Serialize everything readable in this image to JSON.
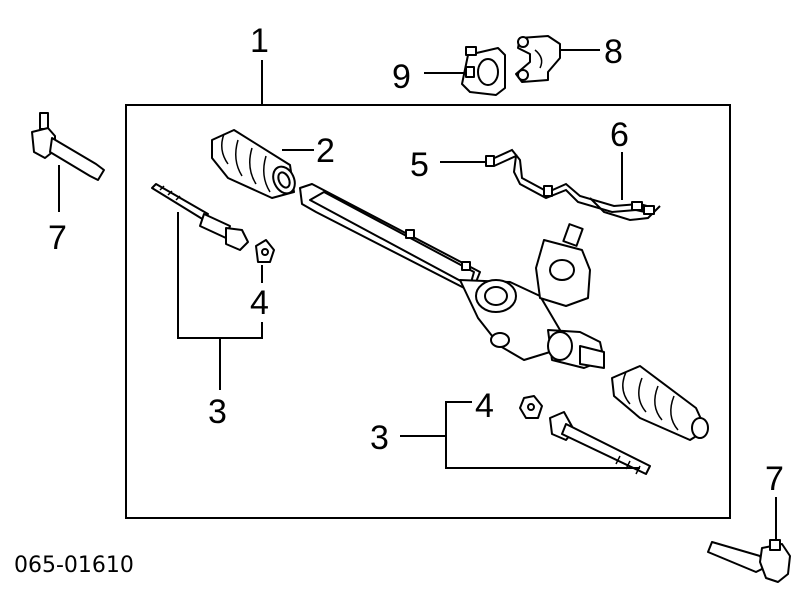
{
  "diagram": {
    "reference_code": "065-01610",
    "callouts": {
      "assembly": "1",
      "boot_left": "2",
      "tie_rod_left": "3",
      "tie_rod_right": "3",
      "nut_left": "4",
      "nut_right": "4",
      "hose_upper": "5",
      "hose_pair": "6",
      "tie_rod_end_left": "7",
      "tie_rod_end_right": "7",
      "bracket": "8",
      "bushing": "9"
    }
  }
}
